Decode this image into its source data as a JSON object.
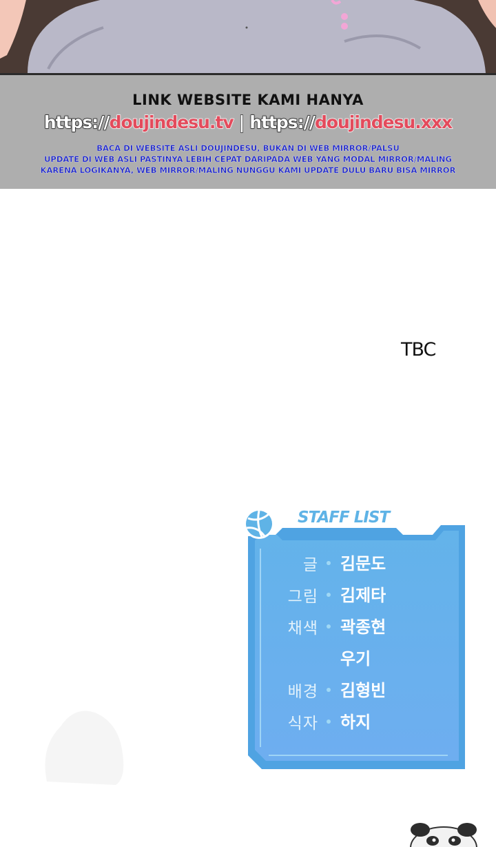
{
  "banner": {
    "title": "LINK WEBSITE KAMI HANYA",
    "link1_proto": "https://",
    "link1_host": "doujindesu.tv",
    "separator": " | ",
    "link2_proto": "https://",
    "link2_host": "doujindesu.xxx",
    "note_line1": "BACA DI WEBSITE ASLI DOUJINDESU, BUKAN DI WEB MIRROR/PALSU",
    "note_line2": "UPDATE DI WEB ASLI PASTINYA LEBIH CEPAT DARIPADA WEB YANG MODAL MIRROR/MALING",
    "note_line3": "KARENA LOGIKANYA, WEB MIRROR/MALING NUNGGU KAMI UPDATE DULU BARU BISA MIRROR"
  },
  "tbc": "TBC",
  "staff": {
    "title": "STAFF LIST",
    "rows": [
      {
        "role": "글",
        "name": "김문도"
      },
      {
        "role": "그림",
        "name": "김제타"
      },
      {
        "role": "채색",
        "name": "곽종현"
      },
      {
        "role": "",
        "name": "우기"
      },
      {
        "role": "배경",
        "name": "김형빈"
      },
      {
        "role": "식자",
        "name": "하지"
      }
    ]
  },
  "colors": {
    "banner_bg": "#aeaeae",
    "link_host": "#e34b5c",
    "note_text": "#1a23c9",
    "staff_panel": "#66b5ea",
    "staff_title": "#5fb3e6"
  },
  "icons": [
    "volleyball-icon",
    "panda-icon"
  ]
}
